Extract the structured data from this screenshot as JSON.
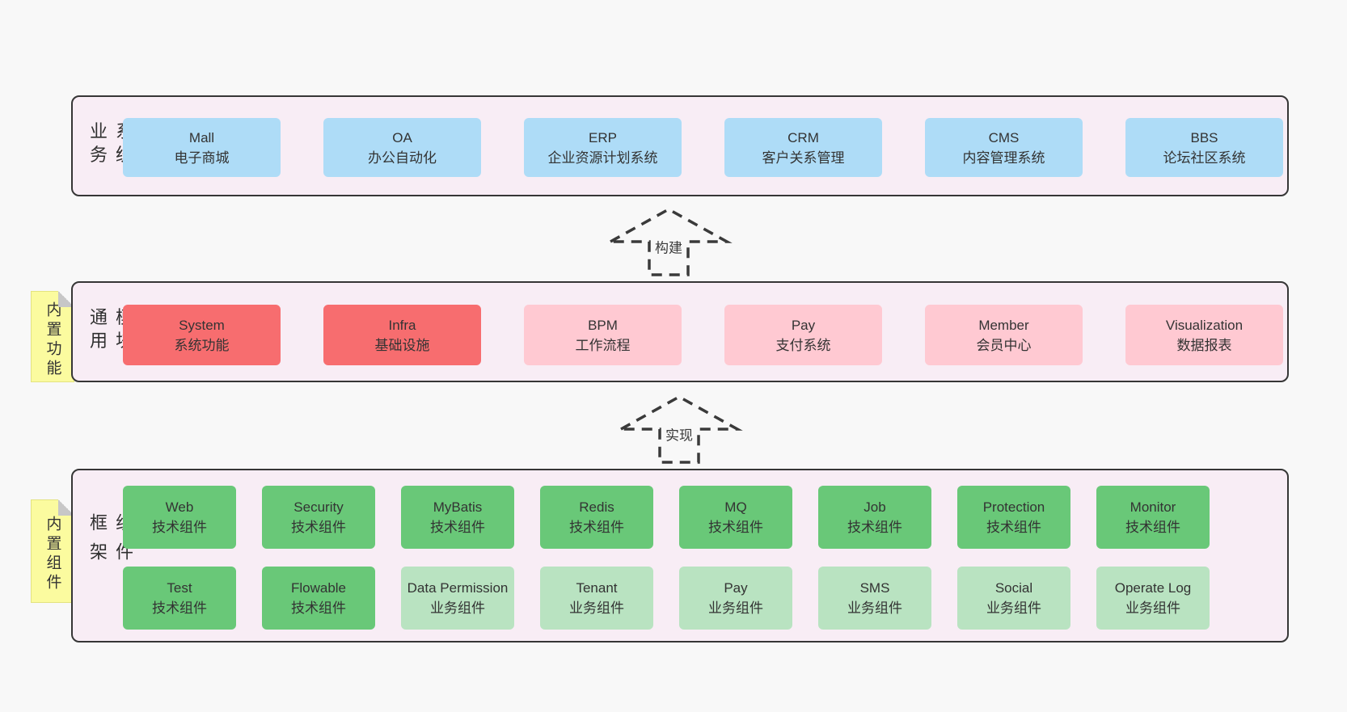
{
  "colors": {
    "page_bg": "#f8f8f8",
    "band_bg": "#f8edf5",
    "band_border": "#363636",
    "box_blue": "#aedcf7",
    "box_red": "#f76d6f",
    "box_pink": "#ffc9d2",
    "box_green_dark": "#69c878",
    "box_green_light": "#b9e3c1",
    "note_yellow": "#fbfb9f",
    "note_fold_gray": "#c7c7c7",
    "text": "#333333"
  },
  "band_business": {
    "label": "业务系统",
    "boxes": [
      {
        "title": "Mall",
        "subtitle": "电子商城"
      },
      {
        "title": "OA",
        "subtitle": "办公自动化"
      },
      {
        "title": "ERP",
        "subtitle": "企业资源计划系统"
      },
      {
        "title": "CRM",
        "subtitle": "客户关系管理"
      },
      {
        "title": "CMS",
        "subtitle": "内容管理系统"
      },
      {
        "title": "BBS",
        "subtitle": "论坛社区系统"
      }
    ]
  },
  "arrow_build": {
    "label": "构建"
  },
  "band_modules": {
    "label": "通用模块",
    "note": "内置功能",
    "boxes": [
      {
        "title": "System",
        "subtitle": "系统功能"
      },
      {
        "title": "Infra",
        "subtitle": "基础设施"
      },
      {
        "title": "BPM",
        "subtitle": "工作流程"
      },
      {
        "title": "Pay",
        "subtitle": "支付系统"
      },
      {
        "title": "Member",
        "subtitle": "会员中心"
      },
      {
        "title": "Visualization",
        "subtitle": "数据报表"
      }
    ]
  },
  "arrow_implement": {
    "label": "实现"
  },
  "band_framework": {
    "label": "框架组件",
    "note": "内置组件",
    "row1": [
      {
        "title": "Web",
        "subtitle": "技术组件"
      },
      {
        "title": "Security",
        "subtitle": "技术组件"
      },
      {
        "title": "MyBatis",
        "subtitle": "技术组件"
      },
      {
        "title": "Redis",
        "subtitle": "技术组件"
      },
      {
        "title": "MQ",
        "subtitle": "技术组件"
      },
      {
        "title": "Job",
        "subtitle": "技术组件"
      },
      {
        "title": "Protection",
        "subtitle": "技术组件"
      },
      {
        "title": "Monitor",
        "subtitle": "技术组件"
      }
    ],
    "row2": [
      {
        "title": "Test",
        "subtitle": "技术组件"
      },
      {
        "title": "Flowable",
        "subtitle": "技术组件"
      },
      {
        "title": "Data Permission",
        "subtitle": "业务组件"
      },
      {
        "title": "Tenant",
        "subtitle": "业务组件"
      },
      {
        "title": "Pay",
        "subtitle": "业务组件"
      },
      {
        "title": "SMS",
        "subtitle": "业务组件"
      },
      {
        "title": "Social",
        "subtitle": "业务组件"
      },
      {
        "title": "Operate Log",
        "subtitle": "业务组件"
      }
    ]
  }
}
